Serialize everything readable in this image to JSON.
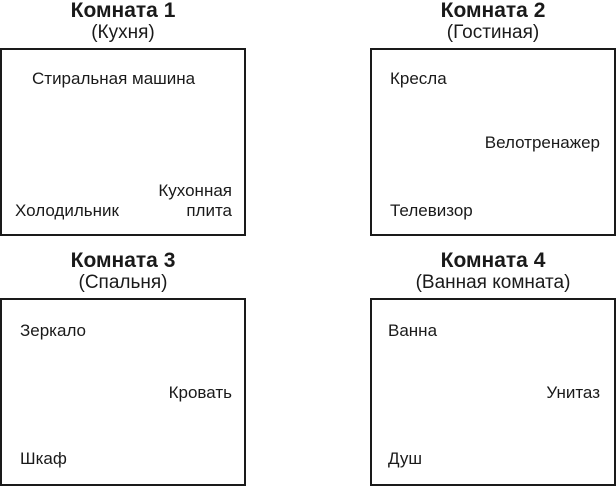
{
  "rooms": [
    {
      "title": "Комната 1",
      "subtitle": "(Кухня)",
      "items": [
        "Стиральная машина",
        "Холодильник",
        "Кухонная",
        "плита"
      ]
    },
    {
      "title": "Комната 2",
      "subtitle": "(Гостиная)",
      "items": [
        "Кресла",
        "Велотренажер",
        "Телевизор"
      ]
    },
    {
      "title": "Комната 3",
      "subtitle": "(Спальня)",
      "items": [
        "Зеркало",
        "Кровать",
        "Шкаф"
      ]
    },
    {
      "title": "Комната 4",
      "subtitle": "(Ванная комната)",
      "items": [
        "Ванна",
        "Унитаз",
        "Душ"
      ]
    }
  ],
  "colors": {
    "border": "#1a1a1a",
    "text": "#1a1a1a",
    "background": "#ffffff"
  }
}
